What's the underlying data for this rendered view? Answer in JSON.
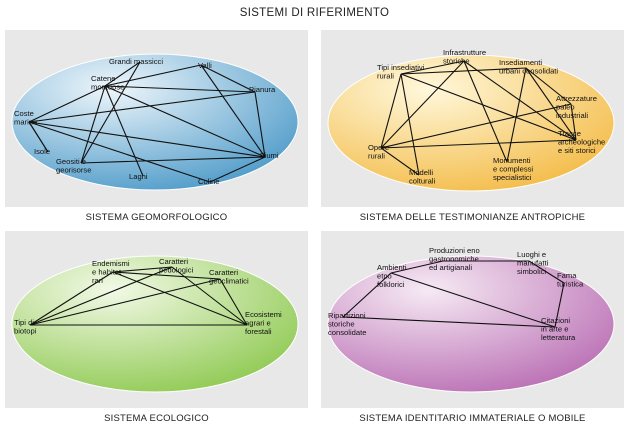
{
  "title": "SISTEMI DI RIFERIMENTO",
  "panels": [
    {
      "caption": "SISTEMA GEOMORFOLOGICO",
      "fill": [
        "#eef6fb",
        "#3f92c4"
      ],
      "nodes": [
        {
          "label": [
            "Grandi massicci"
          ]
        },
        {
          "label": [
            "Valli"
          ]
        },
        {
          "label": [
            "Catene",
            "montuose"
          ]
        },
        {
          "label": [
            "Pianura"
          ]
        },
        {
          "label": [
            "Coste",
            "marine"
          ]
        },
        {
          "label": [
            "Isole"
          ]
        },
        {
          "label": [
            "Geositi e",
            "georisorse"
          ]
        },
        {
          "label": [
            "Laghi"
          ]
        },
        {
          "label": [
            "Fiumi"
          ]
        },
        {
          "label": [
            "Coline"
          ]
        }
      ]
    },
    {
      "caption": "SISTEMA DELLE TESTIMONIANZE ANTROPICHE",
      "fill": [
        "#fff8dc",
        "#f2b63a"
      ],
      "nodes": [
        {
          "label": [
            "Infrastrutture",
            "storiche"
          ]
        },
        {
          "label": [
            "Tipi insediativi",
            "rurali"
          ]
        },
        {
          "label": [
            "Insediamenti",
            "urbani consolidati"
          ]
        },
        {
          "label": [
            "Attrezzature",
            "paleo",
            "industriali"
          ]
        },
        {
          "label": [
            "Tracce",
            "archeologiche",
            "e siti storici"
          ]
        },
        {
          "label": [
            "Opere",
            "rurali"
          ]
        },
        {
          "label": [
            "Modelli",
            "colturali"
          ]
        },
        {
          "label": [
            "Monumenti",
            "e complessi",
            "specialistici"
          ]
        }
      ]
    },
    {
      "caption": "SISTEMA ECOLOGICO",
      "fill": [
        "#f2f9e6",
        "#86c544"
      ],
      "nodes": [
        {
          "label": [
            "Endemismi",
            "e habitat",
            "rari"
          ]
        },
        {
          "label": [
            "Caratteri",
            "pedologici"
          ]
        },
        {
          "label": [
            "Caratteri",
            "geoclimatici"
          ]
        },
        {
          "label": [
            "Ecosistemi",
            "agrari e",
            "forestali"
          ]
        },
        {
          "label": [
            "Tipi di",
            "biotopi"
          ]
        }
      ]
    },
    {
      "caption": "SISTEMA IDENTITARIO IMMATERIALE O MOBILE",
      "fill": [
        "#f6eaf4",
        "#b463ae"
      ],
      "nodes": [
        {
          "label": [
            "Produzioni eno",
            "gastronomiche",
            "ed artigianali"
          ]
        },
        {
          "label": [
            "Luoghi e",
            "manufatti",
            "simbolici"
          ]
        },
        {
          "label": [
            "Ambienti",
            "etno",
            "folklorici"
          ]
        },
        {
          "label": [
            "Fama",
            "turistica"
          ]
        },
        {
          "label": [
            "Ripartizioni",
            "storiche",
            "consolidate"
          ]
        },
        {
          "label": [
            "Citazioni",
            "in arte e",
            "letteratura"
          ]
        }
      ]
    }
  ]
}
